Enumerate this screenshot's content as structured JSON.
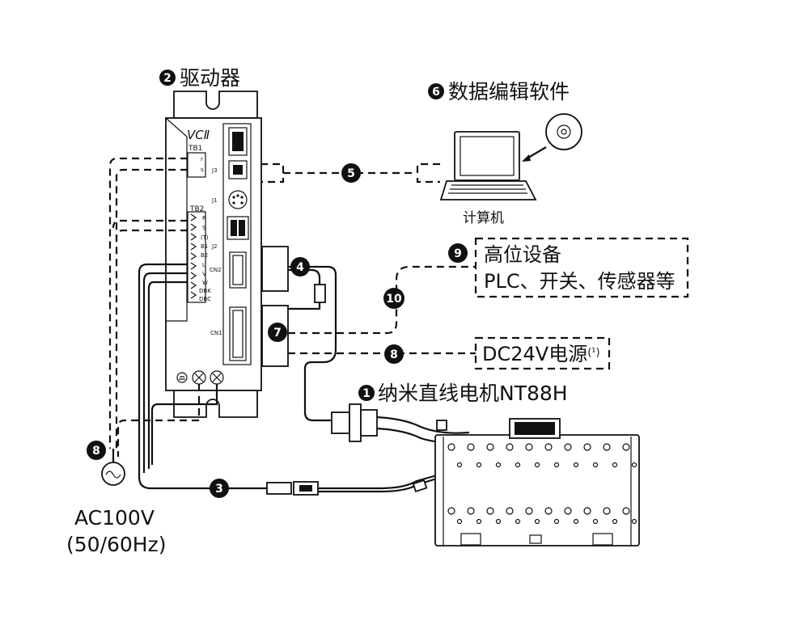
{
  "labels": {
    "driver": "驱动器",
    "software": "数据编辑软件",
    "computer": "计算机",
    "host_title": "高位设备",
    "host_detail": "PLC、开关、传感器等",
    "dc_power": "DC24V电源",
    "dc_power_note": "(¹)",
    "motor": "纳米直线电机NT88H",
    "ac_power": "AC100V",
    "ac_freq": "(50/60Hz)"
  },
  "markers": {
    "m1": "1",
    "m2": "2",
    "m3": "3",
    "m4": "4",
    "m5": "5",
    "m6": "6",
    "m7": "7",
    "m8a": "8",
    "m8b": "8",
    "m9": "9",
    "m10": "10"
  },
  "driver_panel": {
    "logo": "VCⅡ",
    "tb1": "TB1",
    "tb1_r": "r",
    "tb1_s": "s",
    "j3": "J3",
    "j1": "J1",
    "tb2": "TB2",
    "tb2_R": "R",
    "tb2_S": "S",
    "tb2_T": "(T)",
    "tb2_B1": "B1",
    "tb2_B2": "B2",
    "j2": "J2",
    "tb2_U": "U",
    "tb2_V": "V",
    "tb2_W": "W",
    "cn2": "CN2",
    "tb2_DBK": "DBK",
    "tb2_DBC": "DBC",
    "cn1": "CN1"
  },
  "colors": {
    "ink": "#111111",
    "background": "#ffffff"
  },
  "icons": [
    "laptop-icon",
    "cd-disc-icon",
    "ac-source-icon",
    "ground-icon"
  ]
}
